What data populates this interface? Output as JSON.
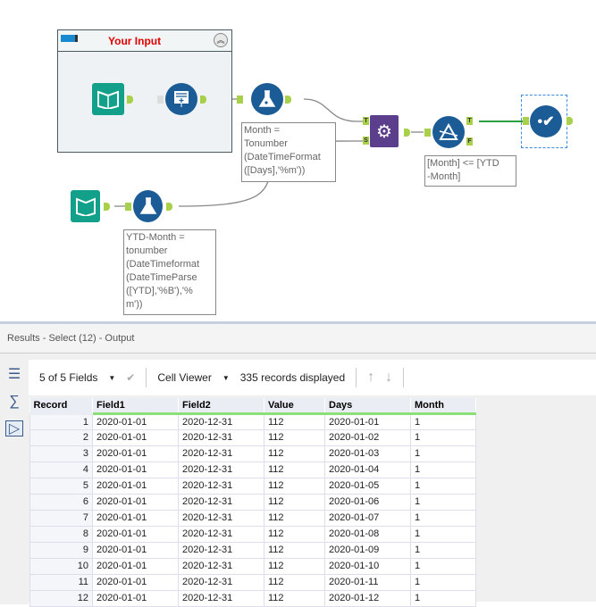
{
  "canvas": {
    "container_title": "Your Input",
    "notes": {
      "formula1": "Month =\nTonumber\n(DateTimeFormat\n([Days],'%m'))",
      "formula2": "YTD-Month =\ntonumber\n(DateTimeformat\n(DateTimeParse\n([YTD],'%B'),'%\nm'))",
      "filter": "[Month] <= [YTD\n-Month]"
    },
    "anchors": {
      "t": "T",
      "s": "S",
      "f": "F"
    }
  },
  "results": {
    "title": "Results - Select (12) - Output",
    "fields_label": "5 of 5 Fields",
    "viewer_label": "Cell Viewer",
    "records_label": "335 records displayed",
    "columns": [
      "Record",
      "Field1",
      "Field2",
      "Value",
      "Days",
      "Month"
    ],
    "rows": [
      [
        "1",
        "2020-01-01",
        "2020-12-31",
        "112",
        "2020-01-01",
        "1"
      ],
      [
        "2",
        "2020-01-01",
        "2020-12-31",
        "112",
        "2020-01-02",
        "1"
      ],
      [
        "3",
        "2020-01-01",
        "2020-12-31",
        "112",
        "2020-01-03",
        "1"
      ],
      [
        "4",
        "2020-01-01",
        "2020-12-31",
        "112",
        "2020-01-04",
        "1"
      ],
      [
        "5",
        "2020-01-01",
        "2020-12-31",
        "112",
        "2020-01-05",
        "1"
      ],
      [
        "6",
        "2020-01-01",
        "2020-12-31",
        "112",
        "2020-01-06",
        "1"
      ],
      [
        "7",
        "2020-01-01",
        "2020-12-31",
        "112",
        "2020-01-07",
        "1"
      ],
      [
        "8",
        "2020-01-01",
        "2020-12-31",
        "112",
        "2020-01-08",
        "1"
      ],
      [
        "9",
        "2020-01-01",
        "2020-12-31",
        "112",
        "2020-01-09",
        "1"
      ],
      [
        "10",
        "2020-01-01",
        "2020-12-31",
        "112",
        "2020-01-10",
        "1"
      ],
      [
        "11",
        "2020-01-01",
        "2020-12-31",
        "112",
        "2020-01-11",
        "1"
      ],
      [
        "12",
        "2020-01-01",
        "2020-12-31",
        "112",
        "2020-01-12",
        "1"
      ]
    ]
  }
}
